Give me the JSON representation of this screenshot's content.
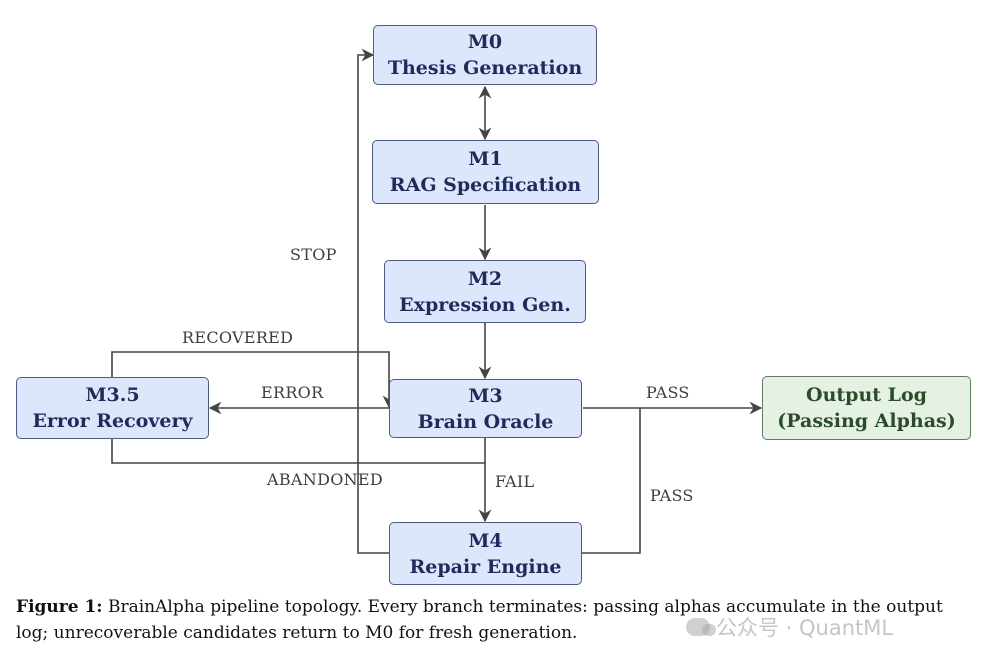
{
  "nodes": {
    "m0": {
      "id": "M0",
      "title": "Thesis Generation"
    },
    "m1": {
      "id": "M1",
      "title": "RAG Specification"
    },
    "m2": {
      "id": "M2",
      "title": "Expression Gen."
    },
    "m3": {
      "id": "M3",
      "title": "Brain Oracle"
    },
    "m35": {
      "id": "M3.5",
      "title": "Error Recovery"
    },
    "m4": {
      "id": "M4",
      "title": "Repair Engine"
    },
    "output": {
      "id": "Output Log",
      "title": "(Passing Alphas)"
    }
  },
  "edge_labels": {
    "stop": "STOP",
    "recovered": "RECOVERED",
    "error": "ERROR",
    "pass_right": "PASS",
    "abandoned": "ABANDONED",
    "fail": "FAIL",
    "pass_repair": "PASS"
  },
  "caption": {
    "label": "Figure 1:",
    "text": "BrainAlpha pipeline topology. Every branch terminates: passing alphas accumulate in the output log; unrecoverable candidates return to M0 for fresh generation."
  },
  "watermark": "公众号 · QuantML",
  "colors": {
    "node_fill": "#dde7fb",
    "node_text": "#1f2b5a",
    "output_fill": "#e5f1e3",
    "output_text": "#2b4b2b",
    "edge": "#444444"
  }
}
